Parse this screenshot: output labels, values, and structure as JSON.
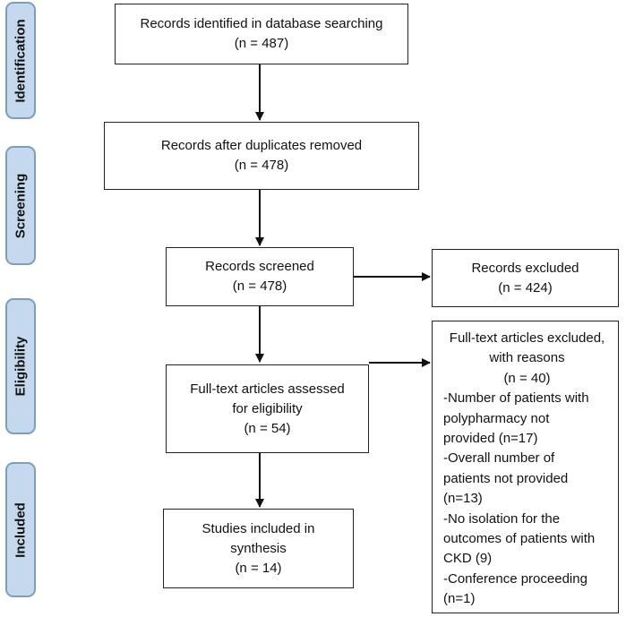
{
  "phases": {
    "identification": "Identification",
    "screening": "Screening",
    "eligibility": "Eligibility",
    "included": "Included"
  },
  "boxes": {
    "identified": {
      "label": "Records identified in database searching",
      "count": "(n = 487)"
    },
    "dedup": {
      "label": "Records after duplicates removed",
      "count": "(n = 478)"
    },
    "screened": {
      "label": "Records screened",
      "count": "(n = 478)"
    },
    "excluded": {
      "label": "Records excluded",
      "count": "(n = 424)"
    },
    "fulltext": {
      "line1": "Full-text articles assessed",
      "line2": "for eligibility",
      "count": "(n = 54)"
    },
    "included": {
      "line1": "Studies included in",
      "line2": "synthesis",
      "count": "(n = 14)"
    },
    "fulltext_excluded": {
      "line1": "Full-text articles excluded,",
      "line2": "with reasons",
      "count": "(n = 40)",
      "items": [
        "-Number of patients with",
        "polypharmacy not",
        "provided (n=17)",
        "-Overall number of",
        "patients not provided",
        "(n=13)",
        "-No isolation for the",
        "outcomes of patients with",
        "CKD (9)",
        "-Conference proceeding",
        "(n=1)"
      ]
    }
  }
}
